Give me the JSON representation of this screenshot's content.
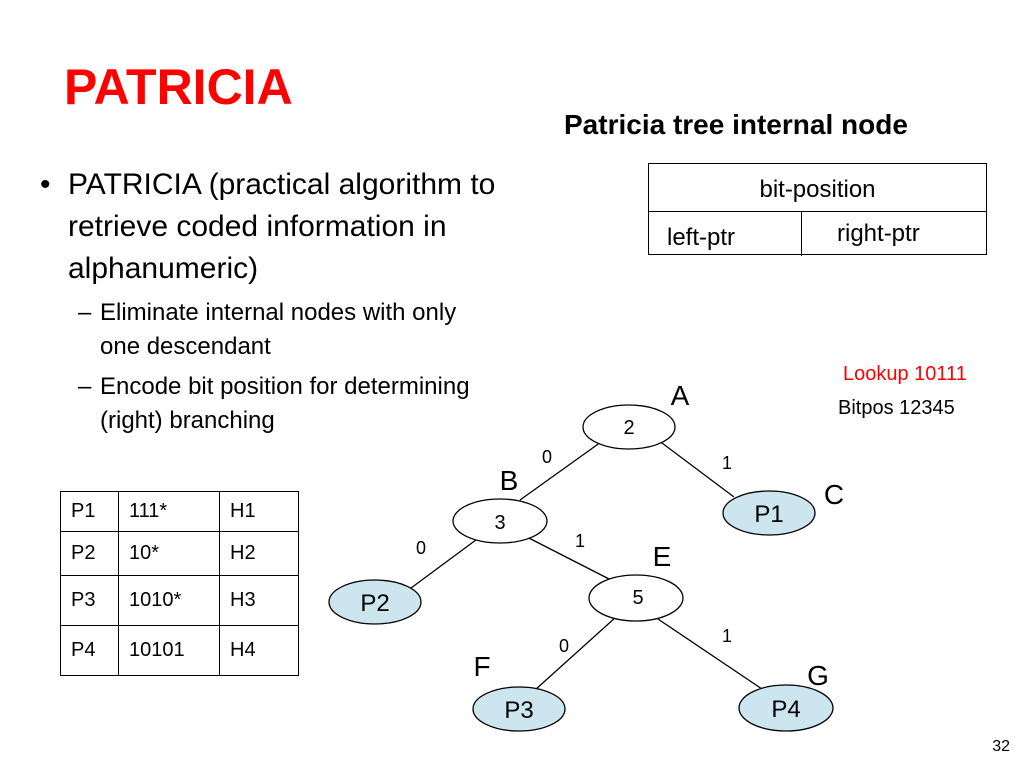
{
  "slide": {
    "title": "PATRICIA",
    "subtitle": "Patricia tree internal node",
    "page_number": "32",
    "bullet_main": [
      "PATRICIA (practical algorithm to",
      "retrieve coded information in",
      "alphanumeric)"
    ],
    "sub_bullets": [
      {
        "dash": "–",
        "lines": [
          "Eliminate internal nodes with only",
          "one descendant"
        ]
      },
      {
        "dash": "–",
        "lines": [
          "Encode bit position for determining",
          "(right) branching"
        ]
      }
    ]
  },
  "node_box": {
    "top": "bit-position",
    "left": "left-ptr",
    "right": "right-ptr"
  },
  "prefix_table": {
    "rows": [
      [
        "P1",
        "111*",
        "H1"
      ],
      [
        "P2",
        "10*",
        "H2"
      ],
      [
        "P3",
        "1010*",
        "H3"
      ],
      [
        "P4",
        "10101",
        "H4"
      ]
    ]
  },
  "tree": {
    "lookup": "Lookup 10111",
    "bitpos": "Bitpos 12345",
    "nodes": [
      {
        "id": "n2",
        "label": "2",
        "kind": "internal"
      },
      {
        "id": "n3",
        "label": "3",
        "kind": "internal"
      },
      {
        "id": "n5",
        "label": "5",
        "kind": "internal"
      },
      {
        "id": "P1",
        "label": "P1",
        "kind": "leaf"
      },
      {
        "id": "P2",
        "label": "P2",
        "kind": "leaf"
      },
      {
        "id": "P3",
        "label": "P3",
        "kind": "leaf"
      },
      {
        "id": "P4",
        "label": "P4",
        "kind": "leaf"
      }
    ],
    "edges": [
      {
        "from": "n2",
        "to": "n3",
        "label": "0"
      },
      {
        "from": "n2",
        "to": "P1",
        "label": "1"
      },
      {
        "from": "n3",
        "to": "P2",
        "label": "0"
      },
      {
        "from": "n3",
        "to": "n5",
        "label": "1"
      },
      {
        "from": "n5",
        "to": "P3",
        "label": "0"
      },
      {
        "from": "n5",
        "to": "P4",
        "label": "1"
      }
    ],
    "letters": [
      "A",
      "B",
      "C",
      "E",
      "F",
      "G"
    ]
  },
  "colors": {
    "title": "#ff0000",
    "lookup": "#ff0000",
    "leaf_fill": "#cce5ee",
    "node_fill": "#ffffff"
  }
}
